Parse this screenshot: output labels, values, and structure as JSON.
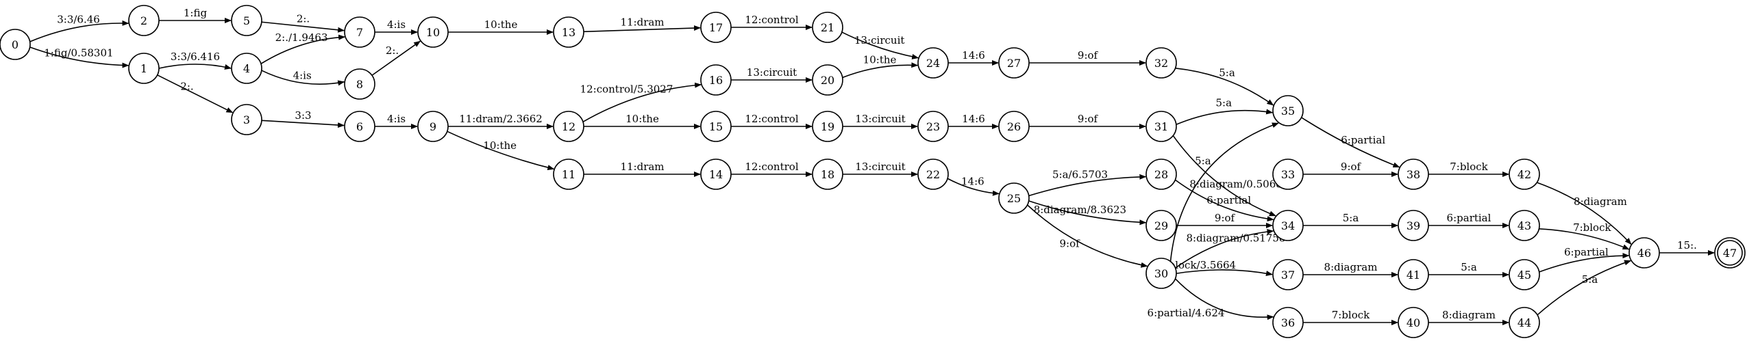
{
  "graph": {
    "start_node": "0",
    "final_node": "47",
    "nodes": [
      "0",
      "1",
      "2",
      "3",
      "4",
      "5",
      "6",
      "7",
      "8",
      "9",
      "10",
      "11",
      "12",
      "13",
      "14",
      "15",
      "16",
      "17",
      "18",
      "19",
      "20",
      "21",
      "22",
      "23",
      "24",
      "25",
      "26",
      "27",
      "28",
      "29",
      "30",
      "31",
      "32",
      "33",
      "34",
      "35",
      "36",
      "37",
      "38",
      "39",
      "40",
      "41",
      "42",
      "43",
      "44",
      "45",
      "46",
      "47"
    ],
    "edges": [
      {
        "from": "0",
        "to": "2",
        "label": "3:3/6.46"
      },
      {
        "from": "0",
        "to": "1",
        "label": "1:fig/0.58301"
      },
      {
        "from": "2",
        "to": "5",
        "label": "1:fig"
      },
      {
        "from": "5",
        "to": "7",
        "label": "2:."
      },
      {
        "from": "1",
        "to": "4",
        "label": "3:3/6.416"
      },
      {
        "from": "1",
        "to": "3",
        "label": "2:."
      },
      {
        "from": "4",
        "to": "7",
        "label": "2:./1.9463"
      },
      {
        "from": "4",
        "to": "8",
        "label": "4:is"
      },
      {
        "from": "7",
        "to": "10",
        "label": "4:is"
      },
      {
        "from": "8",
        "to": "10",
        "label": "2:."
      },
      {
        "from": "3",
        "to": "6",
        "label": "3:3"
      },
      {
        "from": "6",
        "to": "9",
        "label": "4:is"
      },
      {
        "from": "10",
        "to": "13",
        "label": "10:the"
      },
      {
        "from": "13",
        "to": "17",
        "label": "11:dram"
      },
      {
        "from": "17",
        "to": "21",
        "label": "12:control"
      },
      {
        "from": "21",
        "to": "24",
        "label": "13:circuit"
      },
      {
        "from": "9",
        "to": "12",
        "label": "11:dram/2.3662"
      },
      {
        "from": "9",
        "to": "11",
        "label": "10:the"
      },
      {
        "from": "12",
        "to": "16",
        "label": "12:control/5.3027"
      },
      {
        "from": "12",
        "to": "15",
        "label": "10:the"
      },
      {
        "from": "16",
        "to": "20",
        "label": "13:circuit"
      },
      {
        "from": "20",
        "to": "24",
        "label": "10:the"
      },
      {
        "from": "24",
        "to": "27",
        "label": "14:6"
      },
      {
        "from": "27",
        "to": "32",
        "label": "9:of"
      },
      {
        "from": "32",
        "to": "35",
        "label": "5:a"
      },
      {
        "from": "15",
        "to": "19",
        "label": "12:control"
      },
      {
        "from": "19",
        "to": "23",
        "label": "13:circuit"
      },
      {
        "from": "23",
        "to": "26",
        "label": "14:6"
      },
      {
        "from": "26",
        "to": "31",
        "label": "9:of"
      },
      {
        "from": "31",
        "to": "35",
        "label": "5:a"
      },
      {
        "from": "31",
        "to": "34",
        "label": "8:diagram/0.50684"
      },
      {
        "from": "11",
        "to": "14",
        "label": "11:dram"
      },
      {
        "from": "14",
        "to": "18",
        "label": "12:control"
      },
      {
        "from": "18",
        "to": "22",
        "label": "13:circuit"
      },
      {
        "from": "22",
        "to": "25",
        "label": "14:6"
      },
      {
        "from": "25",
        "to": "28",
        "label": "5:a/6.5703"
      },
      {
        "from": "25",
        "to": "29",
        "label": "8:diagram/8.3623"
      },
      {
        "from": "25",
        "to": "30",
        "label": "9:of"
      },
      {
        "from": "28",
        "to": "34",
        "label": "6:partial"
      },
      {
        "from": "29",
        "to": "34",
        "label": "9:of"
      },
      {
        "from": "30",
        "to": "35",
        "label": "5:a"
      },
      {
        "from": "30",
        "to": "34",
        "label": "8:diagram/0.51758"
      },
      {
        "from": "30",
        "to": "37",
        "label": "7:block/3.5664"
      },
      {
        "from": "30",
        "to": "36",
        "label": "6:partial/4.624"
      },
      {
        "from": "35",
        "to": "38",
        "label": "6:partial"
      },
      {
        "from": "33",
        "to": "38",
        "label": "9:of"
      },
      {
        "from": "38",
        "to": "42",
        "label": "7:block"
      },
      {
        "from": "42",
        "to": "46",
        "label": "8:diagram"
      },
      {
        "from": "34",
        "to": "39",
        "label": "5:a"
      },
      {
        "from": "39",
        "to": "43",
        "label": "6:partial"
      },
      {
        "from": "43",
        "to": "46",
        "label": "7:block"
      },
      {
        "from": "37",
        "to": "41",
        "label": "8:diagram"
      },
      {
        "from": "41",
        "to": "45",
        "label": "5:a"
      },
      {
        "from": "45",
        "to": "46",
        "label": "6:partial"
      },
      {
        "from": "36",
        "to": "40",
        "label": "7:block"
      },
      {
        "from": "40",
        "to": "44",
        "label": "8:diagram"
      },
      {
        "from": "44",
        "to": "46",
        "label": "5:a"
      },
      {
        "from": "46",
        "to": "47",
        "label": "15:."
      }
    ]
  }
}
